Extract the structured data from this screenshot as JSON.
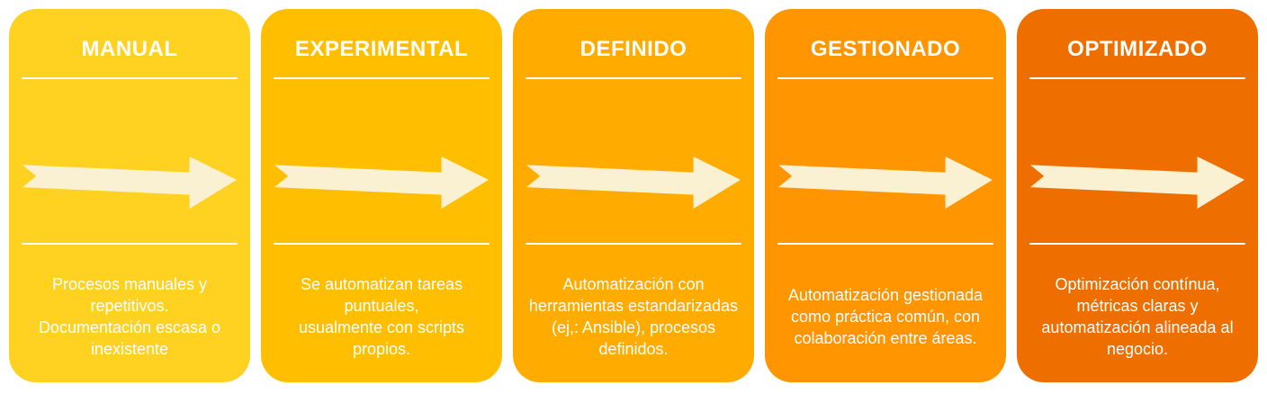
{
  "canvas": {
    "background": "#ffffff"
  },
  "theme": {
    "text_color": "#ffffff",
    "divider_color": "#ffffff",
    "arrow_color": "#faf0d2"
  },
  "stages": [
    {
      "title": "MANUAL",
      "color": "#ffd222",
      "description": "Procesos manuales y repetitivos.\nDocumentación escasa o inexistente"
    },
    {
      "title": "EXPERIMENTAL",
      "color": "#ffbf00",
      "description": "Se automatizan tareas puntuales,\nusualmente con scripts propios."
    },
    {
      "title": "DEFINIDO",
      "color": "#ffab00",
      "description": "Automatización con herramientas estandarizadas (ej,: Ansible), procesos definidos."
    },
    {
      "title": "GESTIONADO",
      "color": "#ff9500",
      "description": "Automatización gestionada como práctica común, con colaboración entre áreas."
    },
    {
      "title": "OPTIMIZADO",
      "color": "#ee6f00",
      "description": "Optimización contínua, métricas claras y automatización alineada al negocio."
    }
  ]
}
